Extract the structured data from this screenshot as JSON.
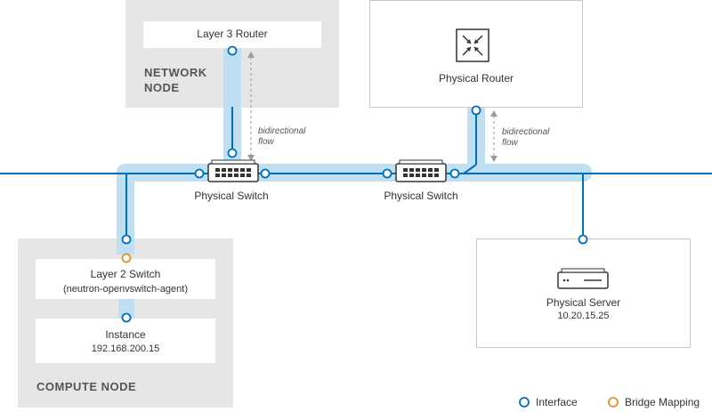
{
  "colors": {
    "zone_bg": "#e6e6e6",
    "highlight": "#bfe0f2",
    "line": "#0070b8",
    "interface": "#0070b8",
    "bridge_mapping": "#e0922f",
    "arrow": "#999999"
  },
  "network_node": {
    "title_line1": "NETWORK",
    "title_line2": "NODE",
    "router_label": "Layer 3 Router"
  },
  "physical_router": {
    "label": "Physical Router",
    "icon": "router-icon"
  },
  "compute_node": {
    "title": "COMPUTE NODE",
    "l2_switch_label": "Layer 2 Switch",
    "l2_switch_agent": "(neutron-openvswitch-agent)",
    "instance_label": "Instance",
    "instance_ip": "192.168.200.15"
  },
  "physical_server": {
    "label": "Physical Server",
    "ip": "10.20.15.25",
    "icon": "server-icon"
  },
  "switches": [
    {
      "label": "Physical Switch",
      "icon": "switch-icon"
    },
    {
      "label": "Physical Switch",
      "icon": "switch-icon"
    }
  ],
  "flows": [
    {
      "line1": "bidirectional",
      "line2": "flow"
    },
    {
      "line1": "bidirectional",
      "line2": "flow"
    }
  ],
  "legend": {
    "interface": "Interface",
    "bridge_mapping": "Bridge Mapping"
  }
}
